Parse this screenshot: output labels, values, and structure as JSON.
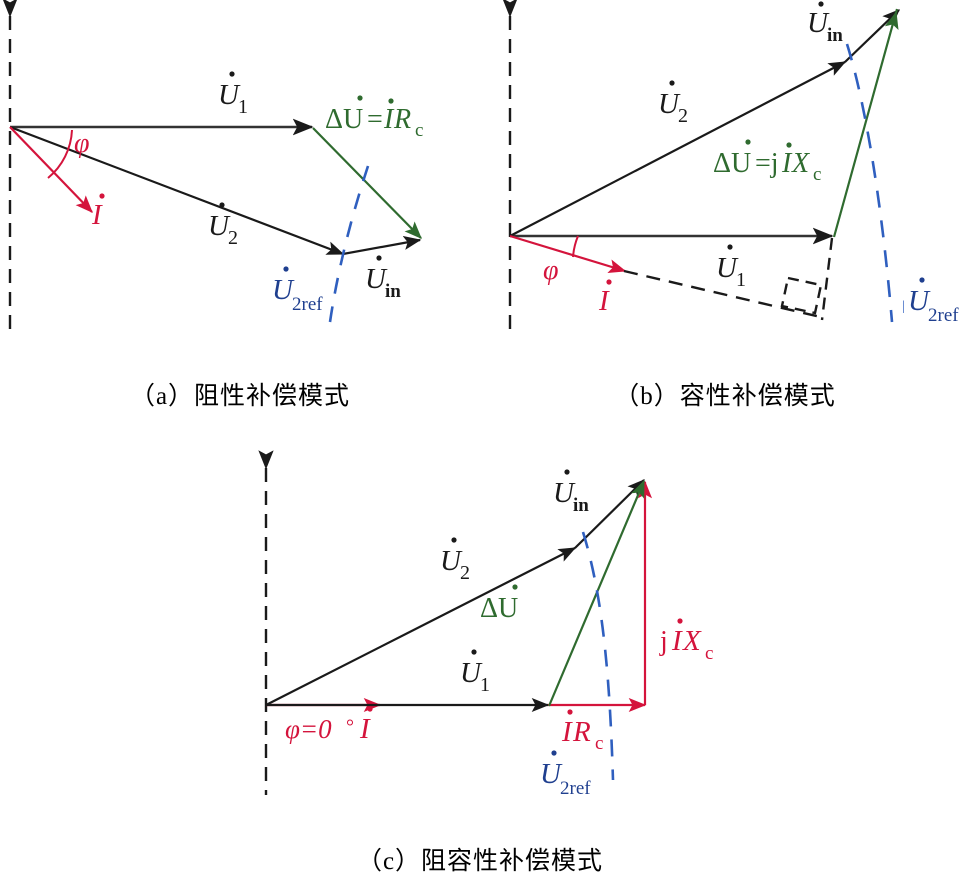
{
  "figure": {
    "title_implicit": "",
    "colors": {
      "black": "#1a1a1a",
      "red": "#d4143c",
      "green": "#2f6b2f",
      "blue": "#1f3f8f",
      "axis": "#333333"
    },
    "panels": [
      {
        "id": "a",
        "caption": "（a）阻性补偿模式",
        "labels": {
          "u1": "U",
          "u1_sub": "1",
          "u2": "U",
          "u2_sub": "2",
          "uin": "U",
          "uin_sub": "in",
          "u2ref": "U",
          "u2ref_sub": "2ref",
          "delta_u": "ΔU",
          "delta_u_eq": "=",
          "delta_u_rhs_i": "I",
          "delta_u_rhs_r": "R",
          "delta_u_rhs_sub": "c",
          "current": "I",
          "phi": "φ"
        }
      },
      {
        "id": "b",
        "caption": "（b）容性补偿模式",
        "labels": {
          "u1": "U",
          "u1_sub": "1",
          "u2": "U",
          "u2_sub": "2",
          "uin": "U",
          "uin_sub": "in",
          "u2ref": "U",
          "u2ref_sub": "2ref",
          "delta_u": "ΔU",
          "delta_u_eq": "=j",
          "delta_u_rhs_i": "I",
          "delta_u_rhs_r": "X",
          "delta_u_rhs_sub": "c",
          "current": "I",
          "phi": "φ"
        }
      },
      {
        "id": "c",
        "caption": "（c）阻容性补偿模式",
        "labels": {
          "u1": "U",
          "u1_sub": "1",
          "u2": "U",
          "u2_sub": "2",
          "uin": "U",
          "uin_sub": "in",
          "u2ref": "U",
          "u2ref_sub": "2ref",
          "delta_u": "ΔU",
          "ir_i": "I",
          "ir_r": "R",
          "ir_sub": "c",
          "jix_j": "j",
          "jix_i": "I",
          "jix_x": "X",
          "jix_sub": "c",
          "phi_eq": "φ=0",
          "phi_deg": "°",
          "current": "I"
        }
      }
    ]
  }
}
